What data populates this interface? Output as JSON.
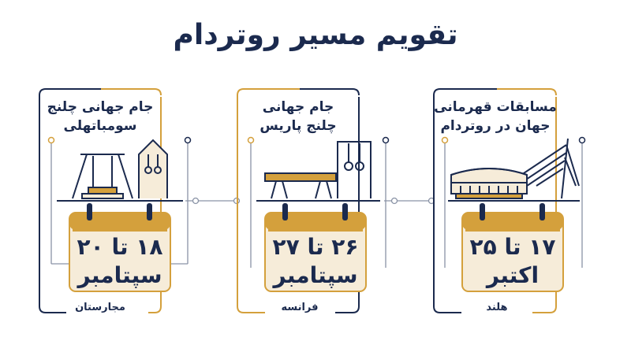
{
  "title": "تقویم مسیر روتردام",
  "cards": [
    {
      "title_line1": "جام جهانی چلنج",
      "title_line2": "سومباتهلی",
      "date_line1": "۱۸ تا ۲۰",
      "date_line2": "سپتامبر",
      "country": "مجارستان"
    },
    {
      "title_line1": "جام جهانی",
      "title_line2": "چلنج پاریس",
      "date_line1": "۲۶ تا ۲۷",
      "date_line2": "سپتامبر",
      "country": "فرانسه"
    },
    {
      "title_line1": "مسابقات قهرمانی",
      "title_line2": "جهان در روتردام",
      "date_line1": "۱۷ تا ۲۵",
      "date_line2": "اکتبر",
      "country": "هلند"
    }
  ],
  "icons": [
    "apparatus-rings-icon",
    "beam-rings-icon",
    "stadium-bridge-icon",
    "calendar-icon"
  ],
  "colors": {
    "navy": "#1b2a4e",
    "gold": "#d4a03c",
    "light_gold": "#f6ecd9",
    "grey": "#8a93a6"
  }
}
